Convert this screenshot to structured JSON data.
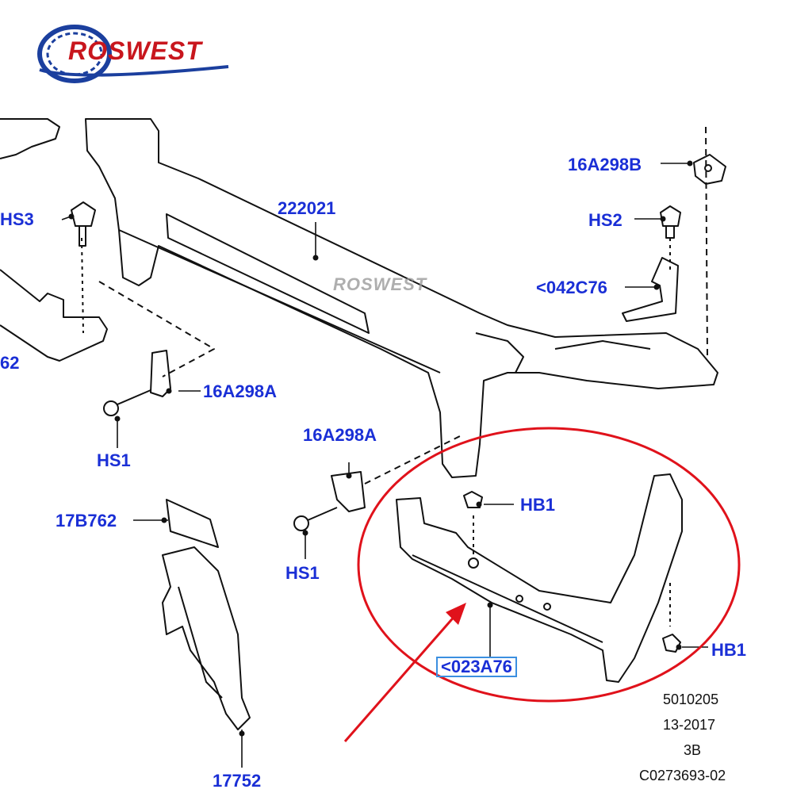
{
  "logo": {
    "text": "ROSWEST"
  },
  "watermark": {
    "text": "ROSWEST"
  },
  "labels": {
    "l222021": "222021",
    "l16A298B": "16A298B",
    "lHS2": "HS2",
    "l042C76": "<042C76",
    "lHS3": "HS3",
    "l62": "62",
    "l16A298A_left": "16A298A",
    "lHS1_left": "HS1",
    "l16A298A_mid": "16A298A",
    "l17B762": "17B762",
    "lHS1_mid": "HS1",
    "lHB1_top": "HB1",
    "lHB1_right": "HB1",
    "l023A76": "<023A76",
    "l17752": "17752"
  },
  "footer": {
    "line1": "5010205",
    "line2": "13-2017",
    "line3": "3B",
    "line4": "C0273693-02"
  },
  "colors": {
    "label": "#1a2fd6",
    "highlight": "#e0121b",
    "logo_red": "#c8161d",
    "logo_blue": "#1b3f9e",
    "box": "#3b8fe0"
  }
}
